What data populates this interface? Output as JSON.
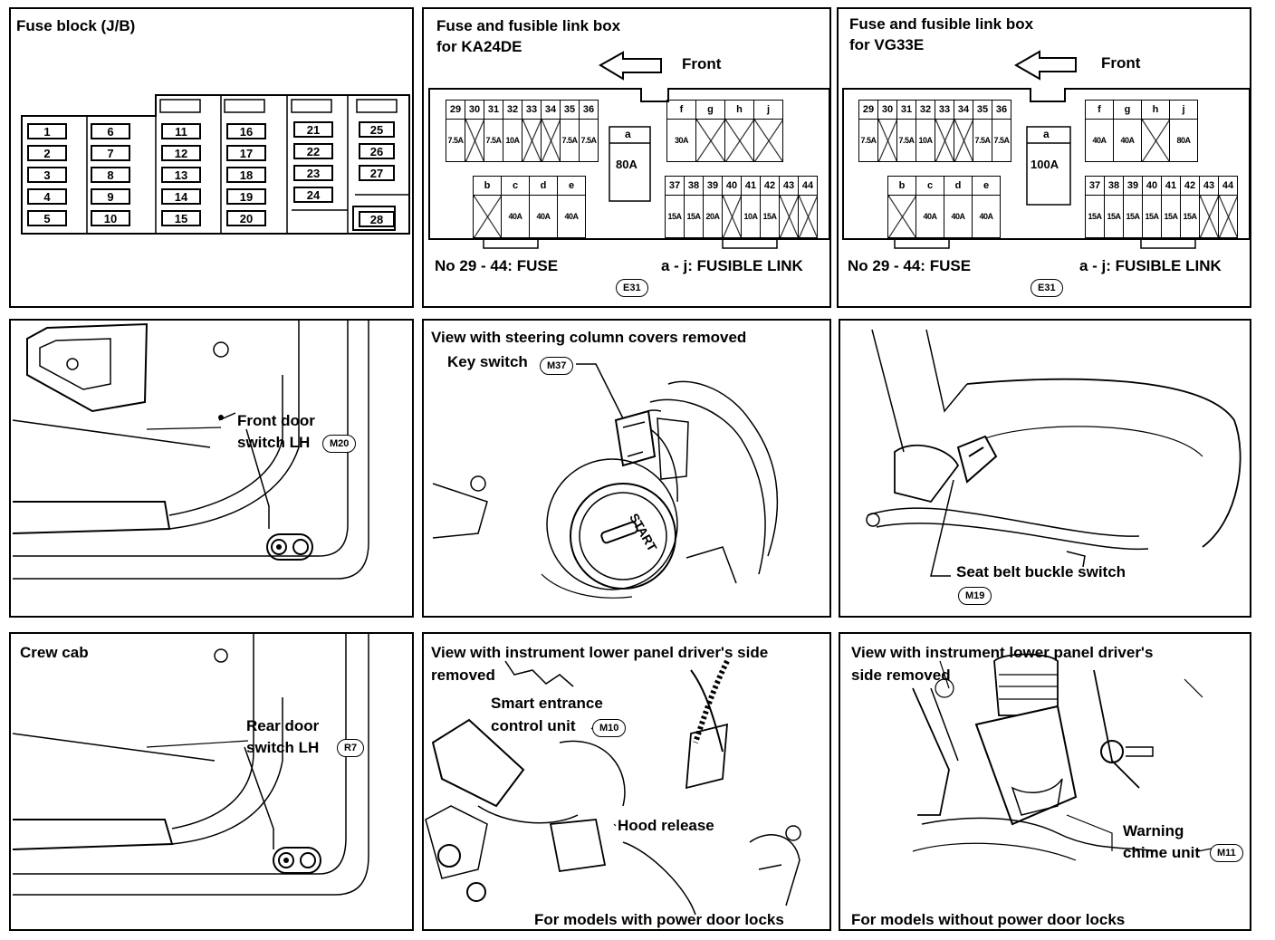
{
  "panels": {
    "fuse_block": {
      "title": "Fuse block (J/B)",
      "fuses": [
        "1",
        "2",
        "3",
        "4",
        "5",
        "6",
        "7",
        "8",
        "9",
        "10",
        "11",
        "12",
        "13",
        "14",
        "15",
        "16",
        "17",
        "18",
        "19",
        "20",
        "21",
        "22",
        "23",
        "24",
        "25",
        "26",
        "27",
        "28"
      ]
    },
    "ka24de": {
      "title_line1": "Fuse and fusible link box",
      "title_line2": "for KA24DE",
      "front": "Front",
      "fuse_nums_top": [
        "29",
        "30",
        "31",
        "32",
        "33",
        "34",
        "35",
        "36"
      ],
      "fuse_amps_top": [
        "7.5A",
        "",
        "7.5A",
        "10A",
        "",
        "",
        "7.5A",
        "7.5A"
      ],
      "links_top": [
        "f",
        "g",
        "h",
        "j"
      ],
      "links_top_amps": [
        "30A",
        "",
        "",
        ""
      ],
      "link_a": "a",
      "link_a_amp": "80A",
      "links_bottom": [
        "b",
        "c",
        "d",
        "e"
      ],
      "links_bottom_amps": [
        "",
        "40A",
        "40A",
        "40A"
      ],
      "fuse_nums_bottom": [
        "37",
        "38",
        "39",
        "40",
        "41",
        "42",
        "43",
        "44"
      ],
      "fuse_amps_bottom": [
        "15A",
        "15A",
        "20A",
        "",
        "10A",
        "15A",
        "",
        ""
      ],
      "legend_fuse": "No 29 - 44:  FUSE",
      "legend_link": "a - j:  FUSIBLE LINK",
      "connector": "E31"
    },
    "vg33e": {
      "title_line1": "Fuse and fusible link box",
      "title_line2": "for VG33E",
      "front": "Front",
      "fuse_nums_top": [
        "29",
        "30",
        "31",
        "32",
        "33",
        "34",
        "35",
        "36"
      ],
      "fuse_amps_top": [
        "7.5A",
        "",
        "7.5A",
        "10A",
        "",
        "",
        "7.5A",
        "7.5A"
      ],
      "links_top": [
        "f",
        "g",
        "h",
        "j"
      ],
      "links_top_amps": [
        "40A",
        "40A",
        "",
        "80A"
      ],
      "link_a": "a",
      "link_a_amp": "100A",
      "links_bottom": [
        "b",
        "c",
        "d",
        "e"
      ],
      "links_bottom_amps": [
        "",
        "40A",
        "40A",
        "40A"
      ],
      "fuse_nums_bottom": [
        "37",
        "38",
        "39",
        "40",
        "41",
        "42",
        "43",
        "44"
      ],
      "fuse_amps_bottom": [
        "15A",
        "15A",
        "15A",
        "15A",
        "15A",
        "15A",
        "",
        ""
      ],
      "legend_fuse": "No 29 - 44:  FUSE",
      "legend_link": "a - j:  FUSIBLE LINK",
      "connector": "E31"
    },
    "front_door": {
      "label_line1": "Front door",
      "label_line2": "switch LH",
      "connector": "M20"
    },
    "key_switch": {
      "title": "View with steering column covers removed",
      "label": "Key switch",
      "connector": "M37",
      "start_text": "START"
    },
    "seat_belt": {
      "label": "Seat belt buckle switch",
      "connector": "M19"
    },
    "crew_cab": {
      "title": "Crew cab",
      "label_line1": "Rear door",
      "label_line2": "switch LH",
      "connector": "R7"
    },
    "smart_entrance": {
      "title_line1": "View with instrument lower panel driver's side",
      "title_line2": "removed",
      "label_line1": "Smart entrance",
      "label_line2": "control unit",
      "connector": "M10",
      "hood_label": "Hood release",
      "footer": "For models with power door locks"
    },
    "warning_chime": {
      "title_line1": "View with instrument lower panel driver's",
      "title_line2": "side removed",
      "label_line1": "Warning",
      "label_line2": "chime unit",
      "connector": "M11",
      "footer": "For models without power door locks"
    }
  }
}
